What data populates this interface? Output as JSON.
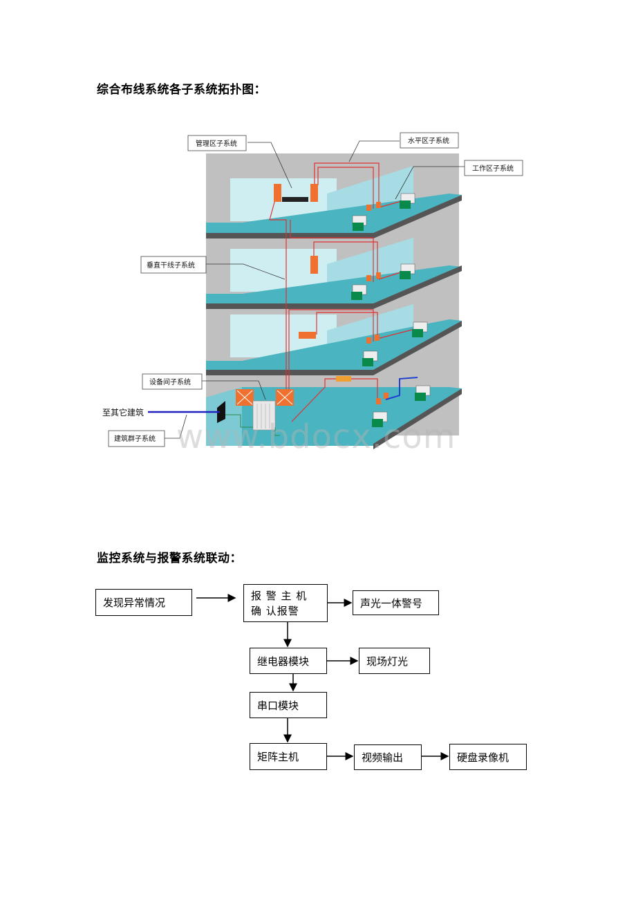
{
  "section1": {
    "heading": "综合布线系统各子系统拓扑图：",
    "labels": {
      "management": "管理区子系统",
      "horizontal": "水平区子系统",
      "workarea": "工作区子系统",
      "vertical": "垂直干线子系统",
      "equipment": "设备间子系统",
      "to_other": "至其它建筑",
      "campus": "建筑群子系统"
    }
  },
  "watermark": "www.bdocx.com",
  "section2": {
    "heading": "监控系统与报警系统联动：",
    "nodes": {
      "detect": "发现异常情况",
      "confirm": "报 警 主 机 确 认报警",
      "sound": "声光一体警号",
      "relay": "继电器模块",
      "light": "现场灯光",
      "serial": "串口模块",
      "matrix": "矩阵主机",
      "video": "视频输出",
      "dvr": "硬盘录像机"
    }
  }
}
